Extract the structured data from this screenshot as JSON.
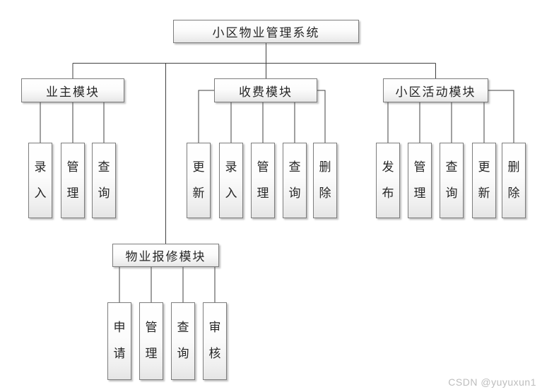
{
  "root": {
    "label": "小区物业管理系统"
  },
  "modules": [
    {
      "label": "业主模块",
      "children": [
        "录入",
        "管理",
        "查询"
      ]
    },
    {
      "label": "收费模块",
      "children": [
        "更新",
        "录入",
        "管理",
        "查询",
        "删除"
      ]
    },
    {
      "label": "小区活动模块",
      "children": [
        "发布",
        "管理",
        "查询",
        "更新",
        "删除"
      ]
    },
    {
      "label": "物业报修模块",
      "children": [
        "申请",
        "管理",
        "查询",
        "审核"
      ]
    }
  ],
  "watermark": "CSDN @yuyuxun1",
  "colors": {
    "line": "#404040",
    "box_border": "#7d7d7d",
    "watermark": "#bdbdbd"
  }
}
